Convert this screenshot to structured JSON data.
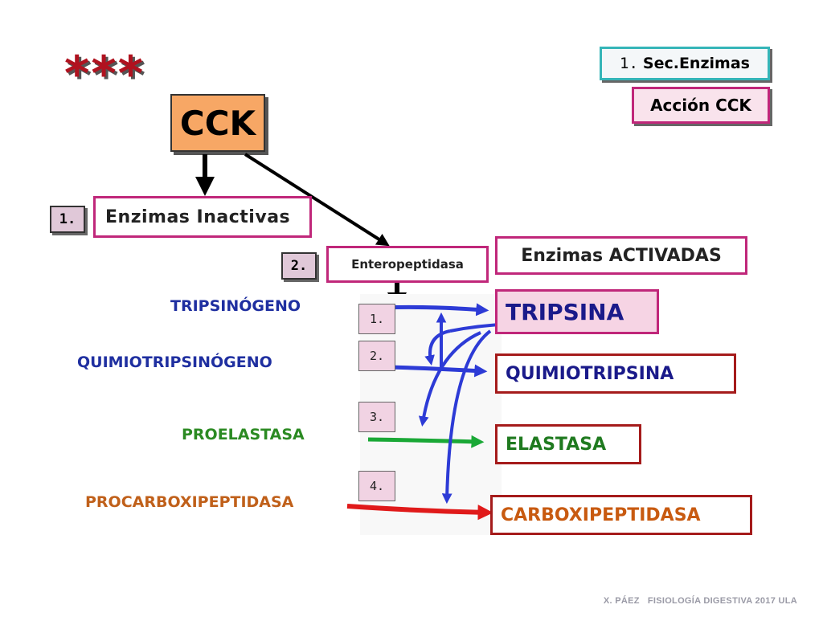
{
  "legend": {
    "sec_num": "1.",
    "sec_label": "Sec.Enzimas",
    "accion": "Acción CCK"
  },
  "stars": "***",
  "hormone": "CCK",
  "step1": {
    "num": "1.",
    "label": "Enzimas Inactivas"
  },
  "step2": {
    "num": "2.",
    "label": "Enteropeptidasa"
  },
  "activated_header": "Enzimas ACTIVADAS",
  "zymogens": [
    "TRIPSINÓGENO",
    "QUIMIOTRIPSINÓGENO",
    "PROELASTASA",
    "PROCARBOXIPEPTIDASA"
  ],
  "numbers": [
    "1.",
    "2.",
    "3.",
    "4."
  ],
  "active": [
    "TRIPSINA",
    "QUIMIOTRIPSINA",
    "ELASTASA",
    "CARBOXIPEPTIDASA"
  ],
  "colors": {
    "tripsinogeno": "#1f2fa0",
    "quimiotripsinogeno": "#1f2fa0",
    "proelastasa": "#2b8a22",
    "procarboxipeptidasa": "#c0601a",
    "tripsina": "#1a1a8a",
    "quimiotripsina": "#1a1a8a",
    "elastasa": "#1f7a1f",
    "carboxipeptidasa": "#c85a10",
    "arrow_blue": "#2d3bd6",
    "arrow_green": "#1aa836",
    "arrow_red": "#e01a1a"
  },
  "footer": "X. PÁEZ   FISIOLOGÍA DIGESTIVA 2017 ULA"
}
